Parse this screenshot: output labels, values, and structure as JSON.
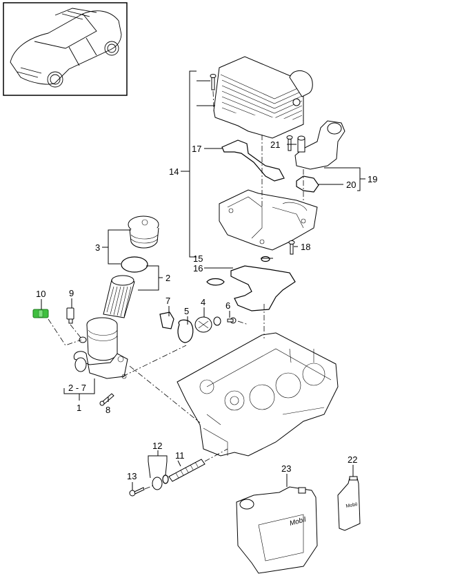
{
  "diagram": {
    "vehicle_thumbnail": "vehicle-overview",
    "highlight_color": "#3fbf3f",
    "callouts": {
      "c1": "1",
      "c2": "2",
      "c3": "3",
      "c4": "4",
      "c5": "5",
      "c6": "6",
      "c7": "7",
      "c8": "8",
      "c9": "9",
      "c10": "10",
      "c11": "11",
      "c12": "12",
      "c13": "13",
      "c14": "14",
      "c15": "15",
      "c16": "16",
      "c17": "17",
      "c18": "18",
      "c19": "19",
      "c20": "20",
      "c21": "21",
      "c22": "22",
      "c23": "23",
      "range": "2 - 7"
    },
    "brand_labels": {
      "canister": "Mobil",
      "bottle": "Mobil"
    }
  }
}
